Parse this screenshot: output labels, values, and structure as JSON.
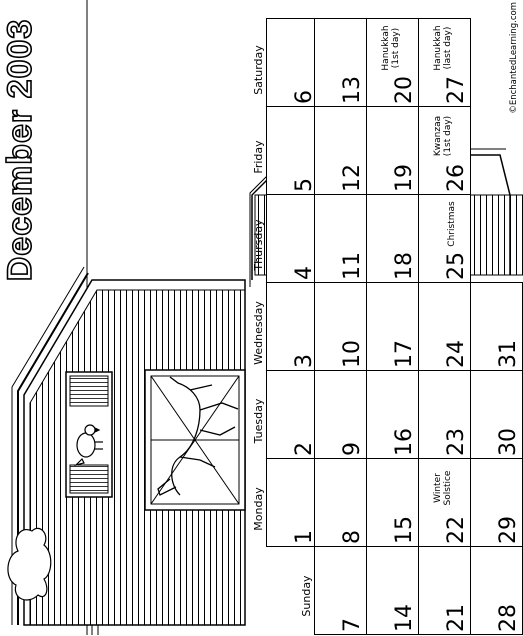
{
  "title": "December 2003",
  "weekdays": [
    "Sunday",
    "Monday",
    "Tuesday",
    "Wednesday",
    "Thursday",
    "Friday",
    "Saturday"
  ],
  "days": {
    "d1": "1",
    "d2": "2",
    "d3": "3",
    "d4": "4",
    "d5": "5",
    "d6": "6",
    "d7": "7",
    "d8": "8",
    "d9": "9",
    "d10": "10",
    "d11": "11",
    "d12": "12",
    "d13": "13",
    "d14": "14",
    "d15": "15",
    "d16": "16",
    "d17": "17",
    "d18": "18",
    "d19": "19",
    "d20": "20",
    "d21": "21",
    "d22": "22",
    "d23": "23",
    "d24": "24",
    "d25": "25",
    "d26": "26",
    "d27": "27",
    "d28": "28",
    "d29": "29",
    "d30": "30",
    "d31": "31"
  },
  "notes": {
    "hanukkah_first_1": "Hanukkah",
    "hanukkah_first_2": "(1st day)",
    "hanukkah_last_1": "Hanukkah",
    "hanukkah_last_2": "(last day)",
    "winter_solstice_1": "Winter",
    "winter_solstice_2": "Solstice",
    "christmas": "Christmas",
    "kwanzaa_1": "Kwanzaa",
    "kwanzaa_2": "(1st day)"
  },
  "credit": "©EnchantedLearning.com"
}
